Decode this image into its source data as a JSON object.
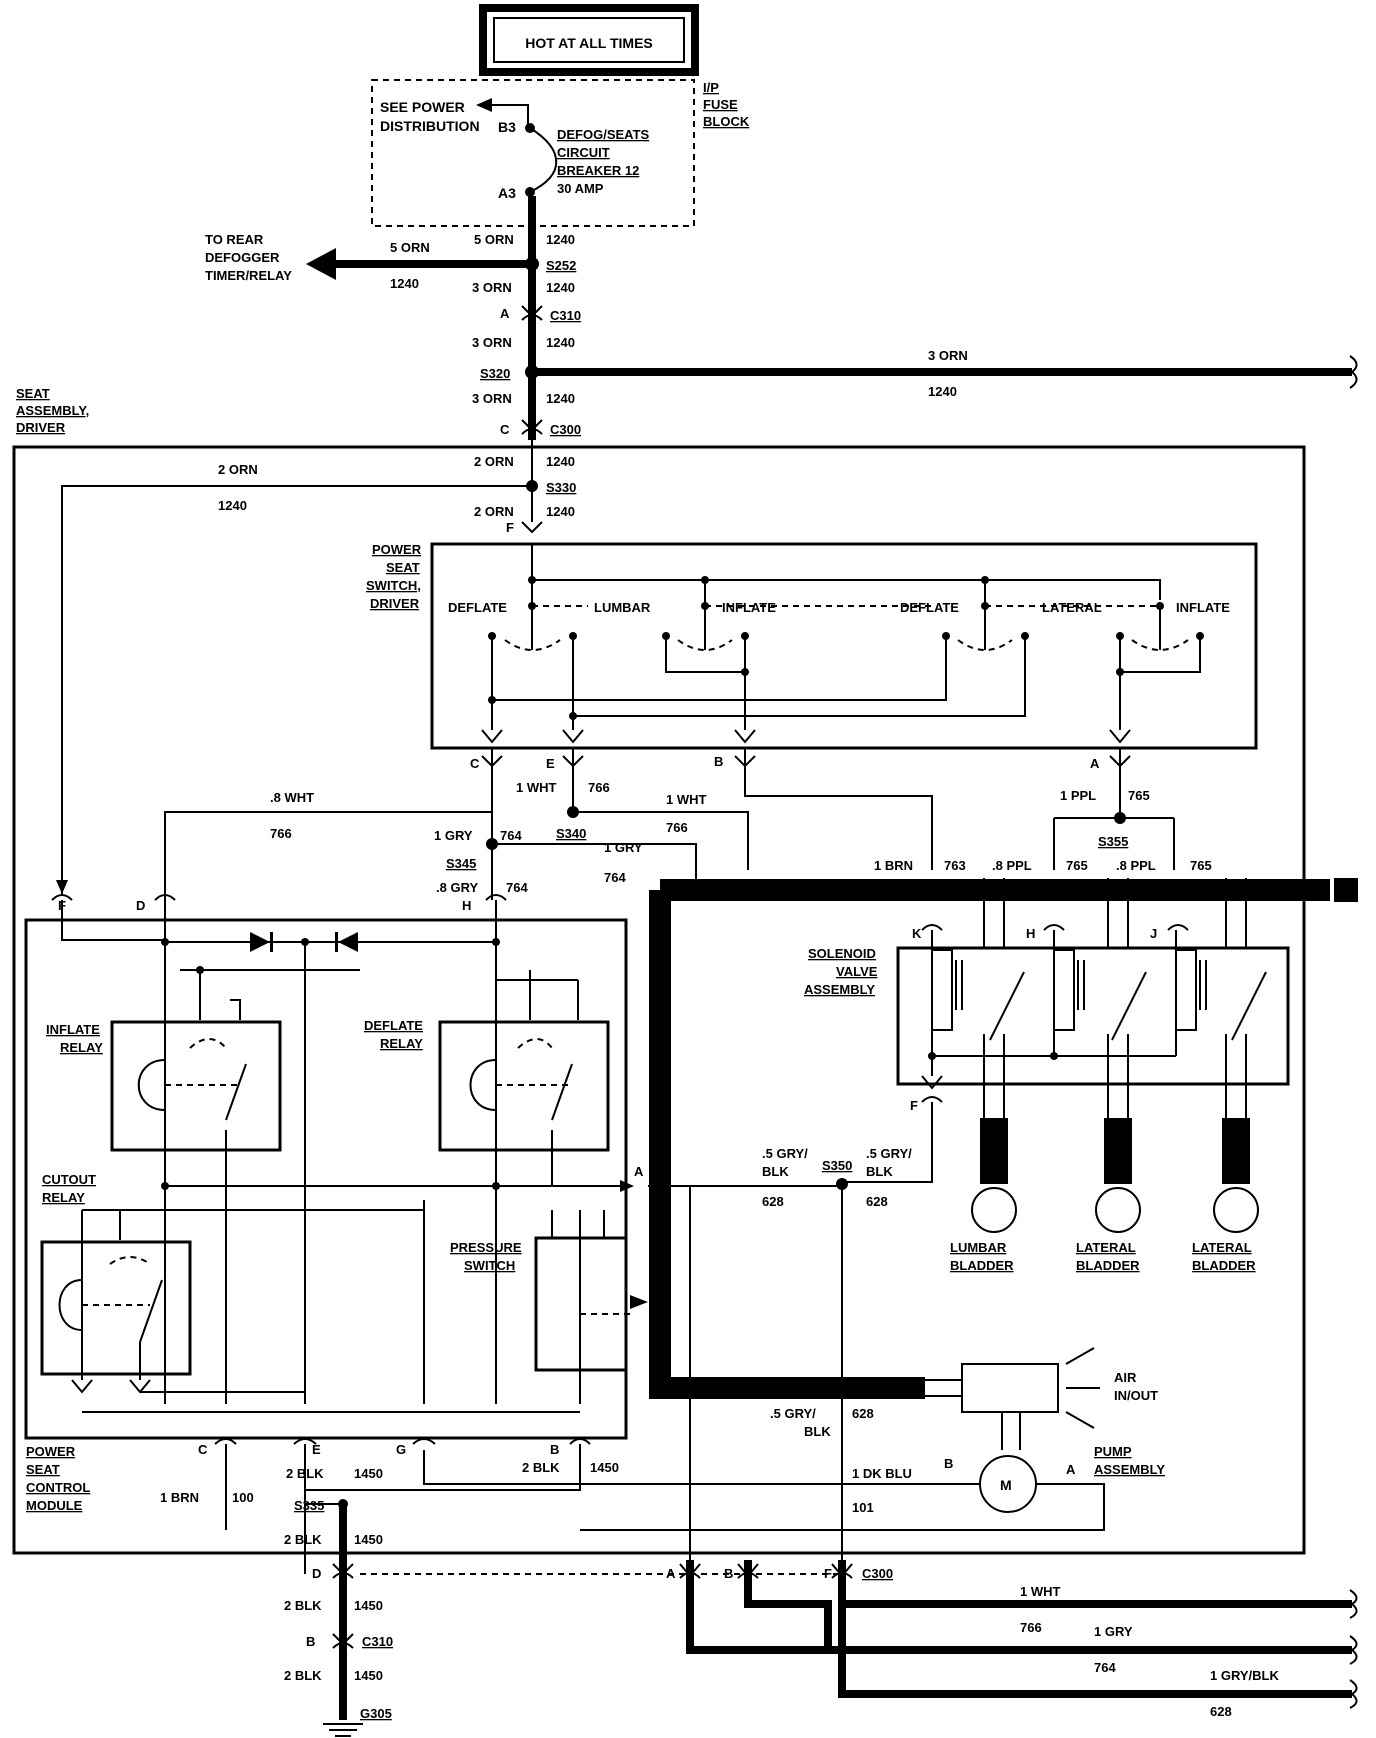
{
  "title": "HOT AT ALL TIMES",
  "fuse_block": {
    "see_power": "SEE POWER",
    "distribution": "DISTRIBUTION",
    "pin_b3": "B3",
    "pin_a3": "A3",
    "breaker_line1": "DEFOG/SEATS",
    "breaker_line2": "CIRCUIT",
    "breaker_line3": "BREAKER 12",
    "breaker_line4": "30 AMP",
    "label_line1": "I/P",
    "label_line2": "FUSE",
    "label_line3": "BLOCK"
  },
  "rear_defog": {
    "line1": "TO REAR",
    "line2": "DEFOGGER",
    "line3": "TIMER/RELAY",
    "wire": "5 ORN",
    "circuit": "1240"
  },
  "feed": {
    "w5orn": "5 ORN",
    "w3orn": "3 ORN",
    "w2orn": "2 ORN",
    "c1240": "1240",
    "s252": "S252",
    "s320": "S320",
    "s330": "S330",
    "c310": "C310",
    "c300": "C300",
    "pin_a": "A",
    "pin_c": "C",
    "pin_f": "F"
  },
  "seat_assembly": {
    "line1": "SEAT",
    "line2": "ASSEMBLY,",
    "line3": "DRIVER"
  },
  "switch": {
    "line1": "POWER",
    "line2": "SEAT",
    "line3": "SWITCH,",
    "line4": "DRIVER",
    "deflate": "DEFLATE",
    "lumbar": "LUMBAR",
    "inflate": "INFLATE",
    "lateral": "LATERAL"
  },
  "wires": {
    "w8wht": ".8  WHT",
    "w1wht": "1  WHT",
    "w1gry": "1  GRY",
    "w8gry": ".8  GRY",
    "w1ppl": "1  PPL",
    "w1brn": "1  BRN",
    "w8ppl": ".8  PPL",
    "c766": "766",
    "c764": "764",
    "c765": "765",
    "c763": "763",
    "s340": "S340",
    "s345": "S345",
    "s355": "S355",
    "pin_c": "C",
    "pin_e": "E",
    "pin_b": "B",
    "pin_a": "A",
    "pin_f": "F",
    "pin_d": "D",
    "pin_h": "H",
    "pin_k": "K",
    "pin_j": "J",
    "pin_g": "G"
  },
  "module": {
    "inflate1": "INFLATE",
    "relay": "RELAY",
    "deflate1": "DEFLATE",
    "cutout": "CUTOUT",
    "pressure": "PRESSURE",
    "switch": "SWITCH",
    "line1": "POWER",
    "line2": "SEAT",
    "line3": "CONTROL",
    "line4": "MODULE"
  },
  "solenoid": {
    "line1": "SOLENOID",
    "line2": "VALVE",
    "line3": "ASSEMBLY",
    "lumbar": "LUMBAR",
    "lateral": "LATERAL",
    "bladder": "BLADDER"
  },
  "bottom": {
    "w5gryblk1": ".5  GRY/",
    "blk": "BLK",
    "s350": "S350",
    "c628": "628",
    "w5gryblk_long": ".5  GRY/",
    "air1": "AIR",
    "air2": "IN/OUT",
    "pump1": "PUMP",
    "pump2": "ASSEMBLY",
    "motor": "M",
    "w1dkblu": "1  DK  BLU",
    "c101": "101",
    "w2blk": "2  BLK",
    "c1450": "1450",
    "w1brn": "1 BRN",
    "c100": "100",
    "s335": "S335",
    "c300": "C300",
    "c310": "C310",
    "g305": "G305",
    "out_wht": "1 WHT",
    "out_gry": "1 GRY",
    "out_gryblk": "1 GRY/BLK"
  }
}
